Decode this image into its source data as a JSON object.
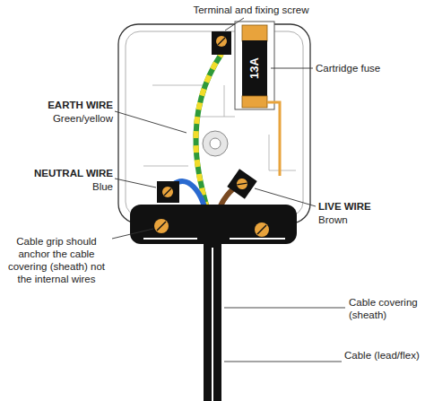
{
  "diagram": {
    "labels": [
      "Terminal and fixing screw",
      "EARTH WIRE",
      "Green/yellow",
      "Cartridge fuse",
      "13A",
      "NEUTRAL WIRE",
      "Blue",
      "LIVE WIRE",
      "Brown",
      "Cable grip should anchor the cable covering (sheath) not the internal wires",
      "Cable covering (sheath)",
      "Cable (lead/flex)"
    ]
  }
}
